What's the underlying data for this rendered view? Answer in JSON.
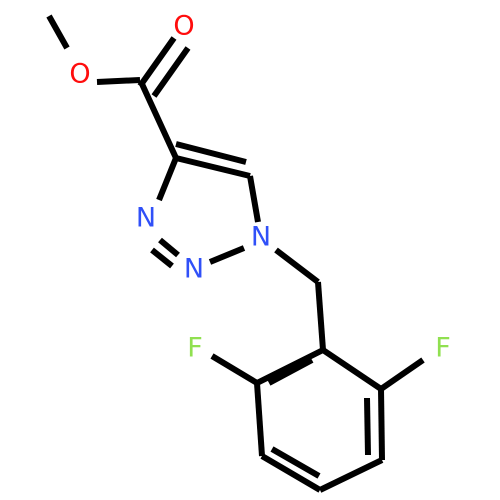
{
  "molecule": {
    "atoms": {
      "O_carbonyl": {
        "symbol": "O",
        "color": "#ff0d0d"
      },
      "O_ester": {
        "symbol": "O",
        "color": "#ff0d0d"
      },
      "N_ring_upper": {
        "symbol": "N",
        "color": "#3050f8"
      },
      "N_ring_lower": {
        "symbol": "N",
        "color": "#3050f8"
      },
      "N1": {
        "symbol": "N",
        "color": "#3050f8"
      },
      "F_left": {
        "symbol": "F",
        "color": "#90e050"
      },
      "F_right": {
        "symbol": "F",
        "color": "#90e050"
      }
    },
    "bond_color": "#000000"
  }
}
